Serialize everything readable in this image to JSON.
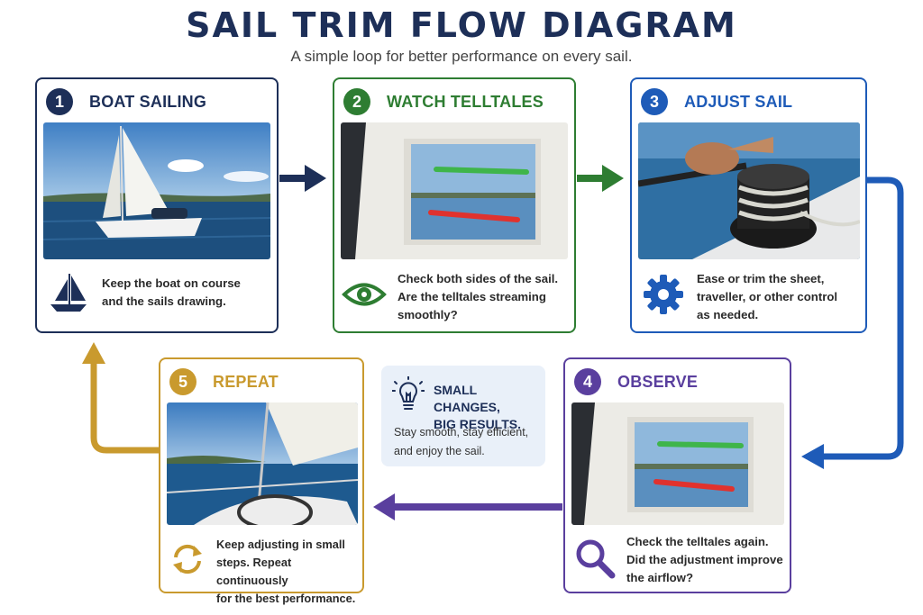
{
  "title": "SAIL TRIM FLOW DIAGRAM",
  "subtitle": "A simple loop for better performance on every sail.",
  "steps": [
    {
      "number": "1",
      "title": "BOAT SAILING",
      "text": [
        "Keep the boat on course",
        "and the sails drawing."
      ],
      "color": "#1d2f58",
      "icon": "sailboat-icon"
    },
    {
      "number": "2",
      "title": "WATCH TELLTALES",
      "text": [
        "Check both sides of the sail.",
        "Are the telltales streaming",
        "smoothly?"
      ],
      "color": "#2e7d32",
      "icon": "eye-icon"
    },
    {
      "number": "3",
      "title": "ADJUST SAIL",
      "text": [
        "Ease or trim the sheet,",
        "traveller, or other control",
        "as needed."
      ],
      "color": "#1e5bb8",
      "icon": "gear-icon"
    },
    {
      "number": "4",
      "title": "OBSERVE",
      "text": [
        "Check the telltales again.",
        "Did the adjustment improve",
        "the airflow?"
      ],
      "color": "#5a3f9e",
      "icon": "magnifier-icon"
    },
    {
      "number": "5",
      "title": "REPEAT",
      "text": [
        "Keep adjusting in small",
        "steps. Repeat continuously",
        "for the best performance."
      ],
      "color": "#c99a2e",
      "icon": "repeat-icon"
    }
  ],
  "tip": {
    "title": [
      "SMALL CHANGES,",
      "BIG RESULTS."
    ],
    "text": [
      "Stay smooth, stay efficient,",
      "and enjoy the sail."
    ],
    "icon": "lightbulb-icon"
  }
}
